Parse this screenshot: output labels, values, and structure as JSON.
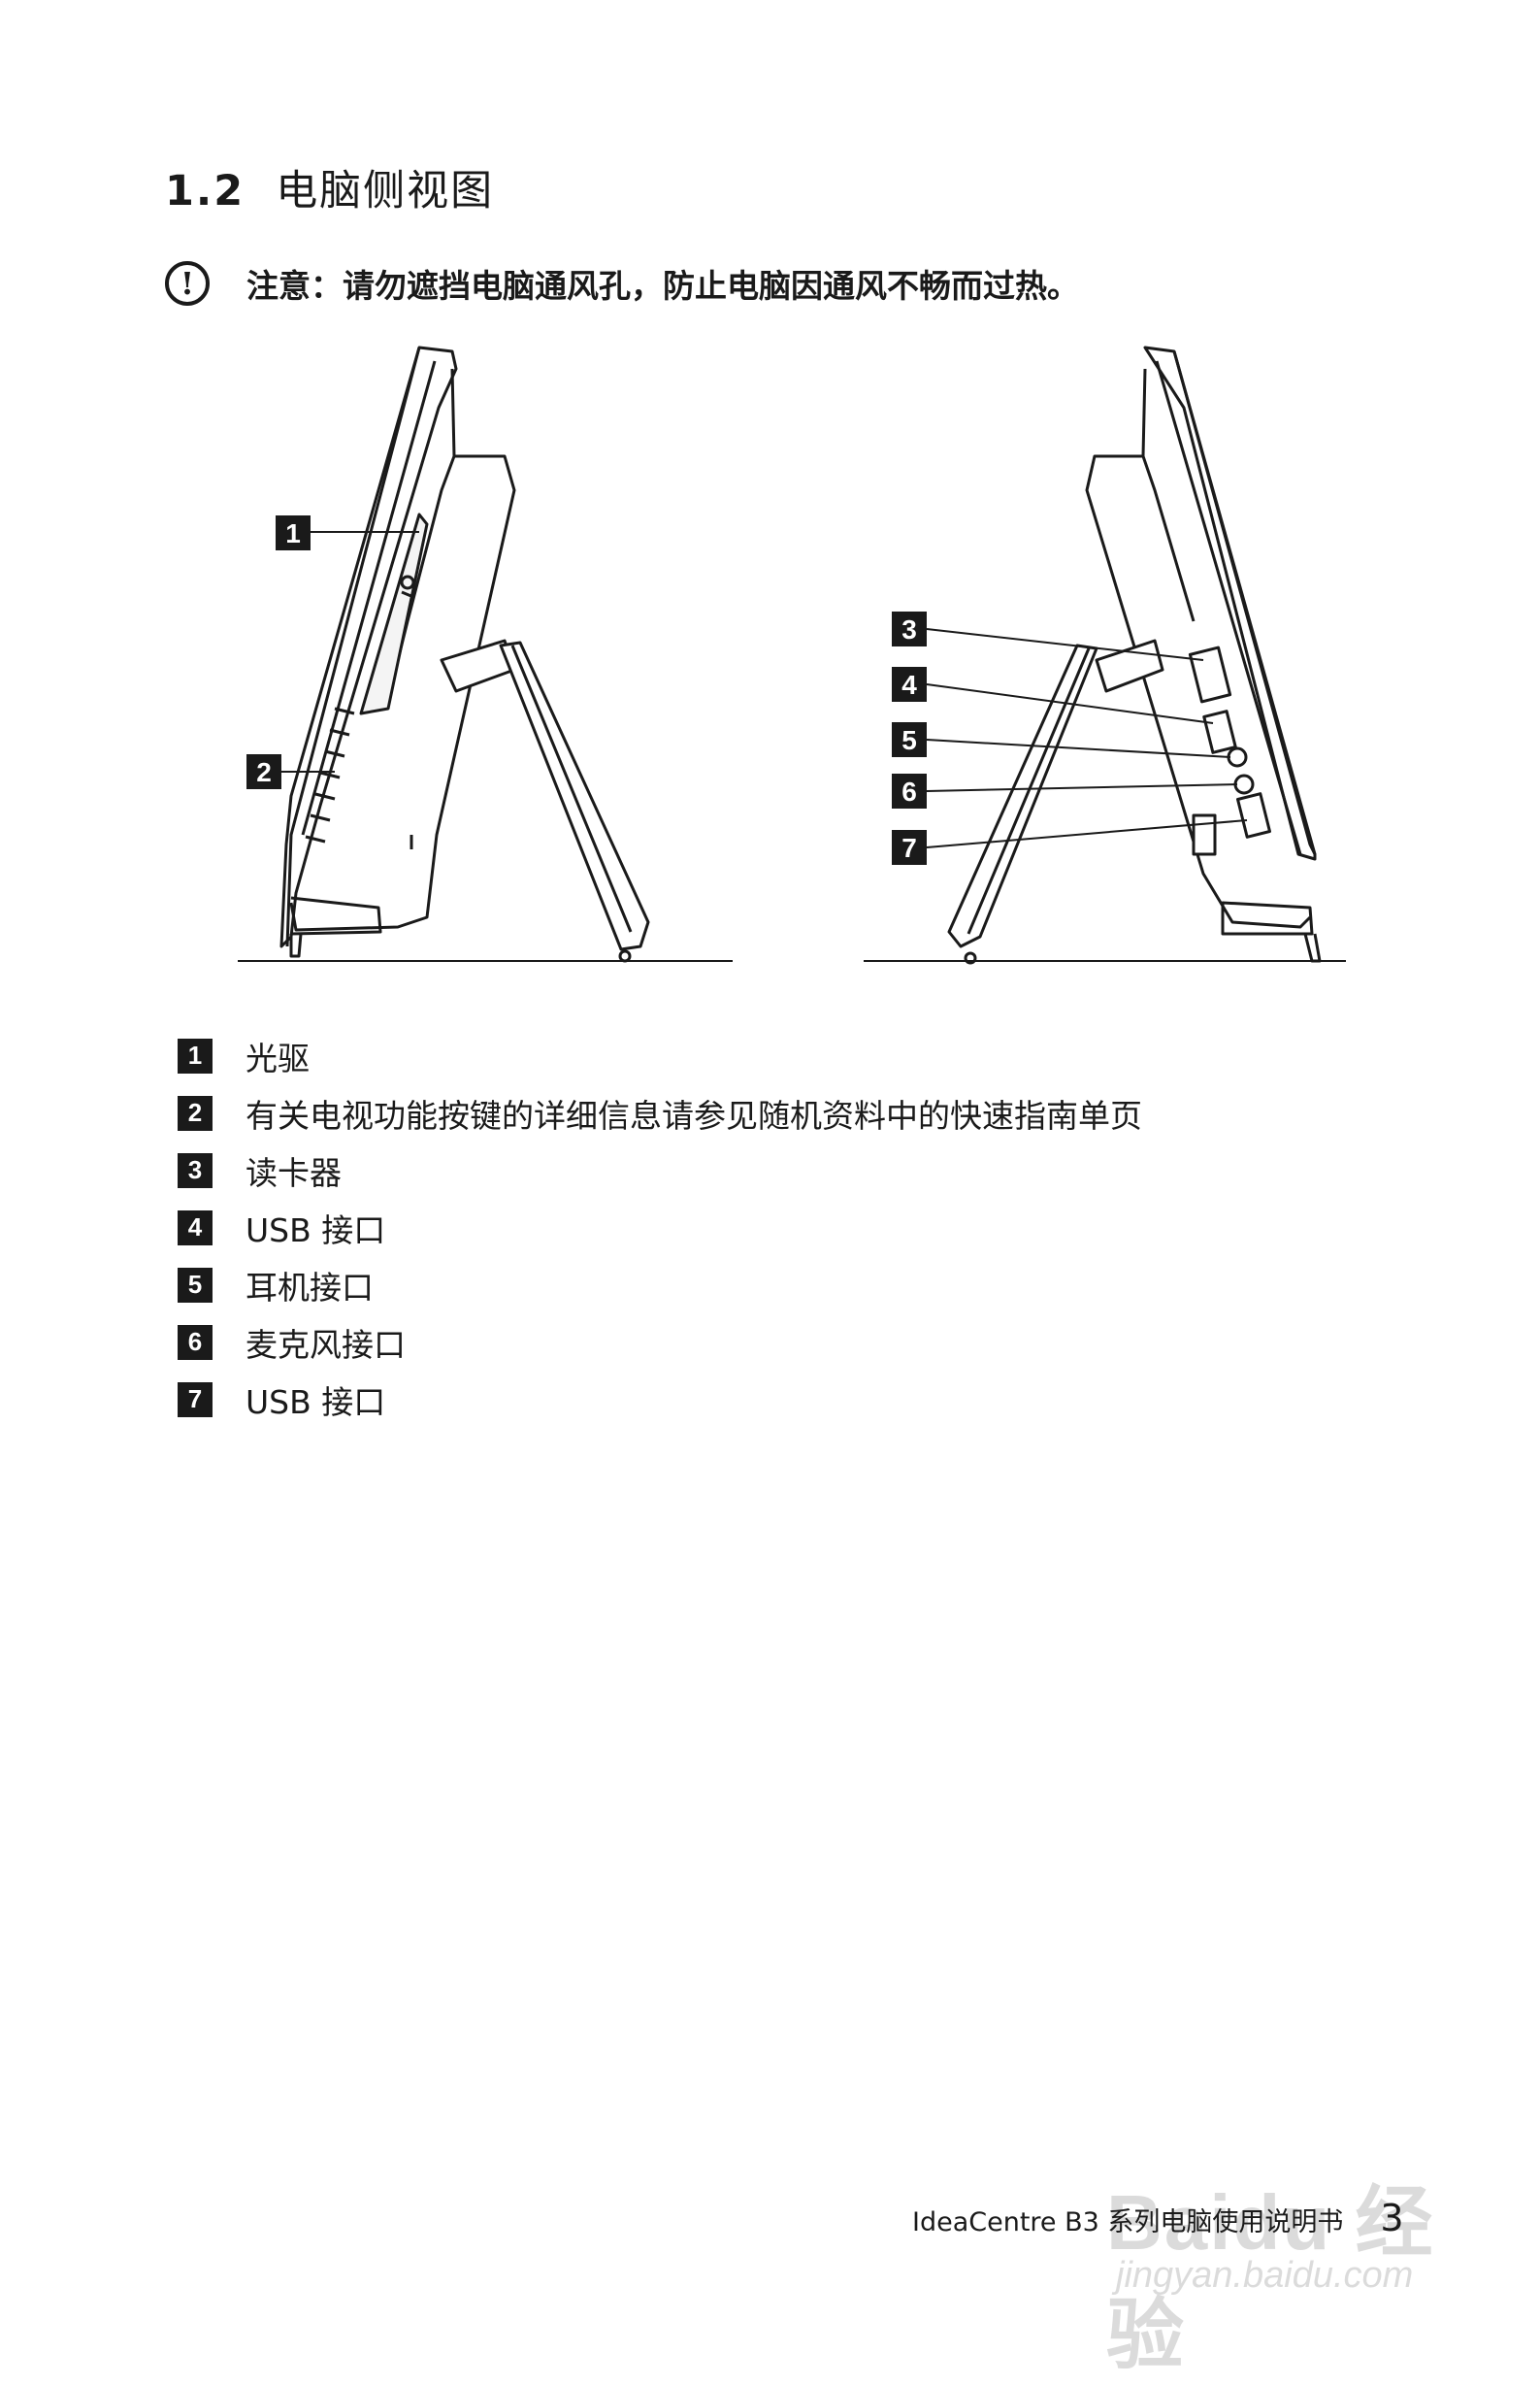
{
  "section": {
    "number": "1.2",
    "title": "电脑侧视图"
  },
  "notice": {
    "text": "注意：请勿遮挡电脑通风孔，防止电脑因通风不畅而过热。"
  },
  "callouts": [
    "1",
    "2",
    "3",
    "4",
    "5",
    "6",
    "7"
  ],
  "legend": [
    {
      "num": "1",
      "label": "光驱"
    },
    {
      "num": "2",
      "label": "有关电视功能按键的详细信息请参见随机资料中的快速指南单页"
    },
    {
      "num": "3",
      "label": "读卡器"
    },
    {
      "num": "4",
      "label": "USB 接口"
    },
    {
      "num": "5",
      "label": "耳机接口"
    },
    {
      "num": "6",
      "label": "麦克风接口"
    },
    {
      "num": "7",
      "label": "USB 接口"
    }
  ],
  "footer": {
    "text": "IdeaCentre B3 系列电脑使用说明书",
    "page": "3"
  },
  "watermark": {
    "brand": "Baidu 经验",
    "domain": "jingyan.baidu.com"
  }
}
